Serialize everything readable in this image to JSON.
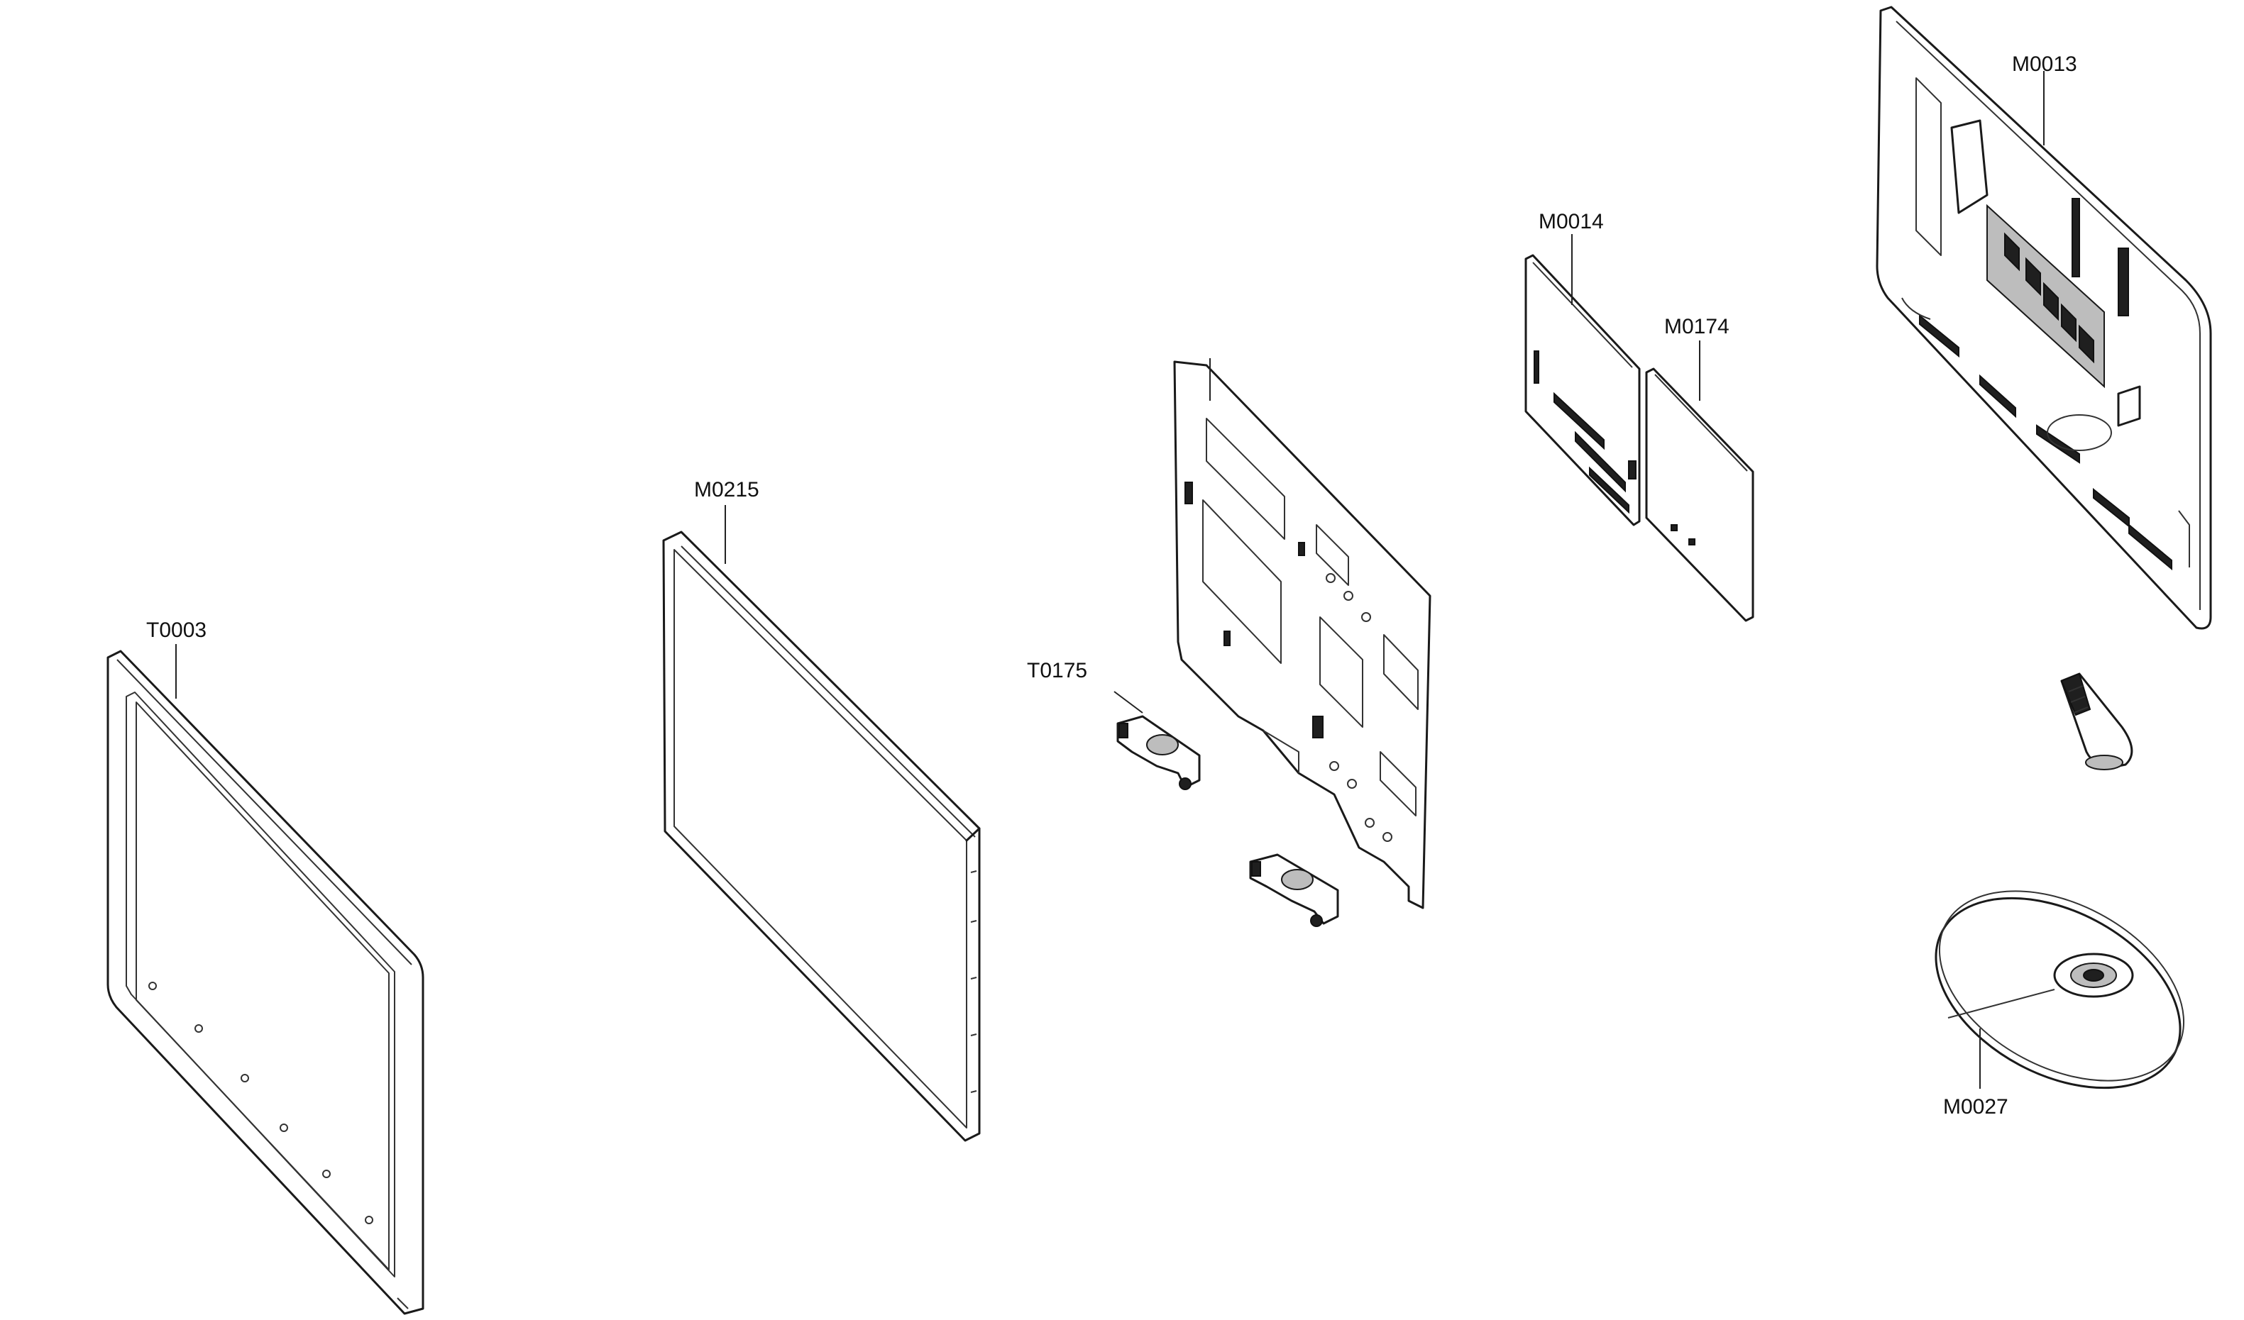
{
  "parts": [
    {
      "id": "front-bezel",
      "label": "T0003"
    },
    {
      "id": "lcd-panel",
      "label": "M0215"
    },
    {
      "id": "speaker",
      "label": "T0175"
    },
    {
      "id": "board-1",
      "label": "M0014"
    },
    {
      "id": "board-2",
      "label": "M0174"
    },
    {
      "id": "rear-cover",
      "label": "M0013"
    },
    {
      "id": "stand-base",
      "label": "M0027"
    }
  ]
}
